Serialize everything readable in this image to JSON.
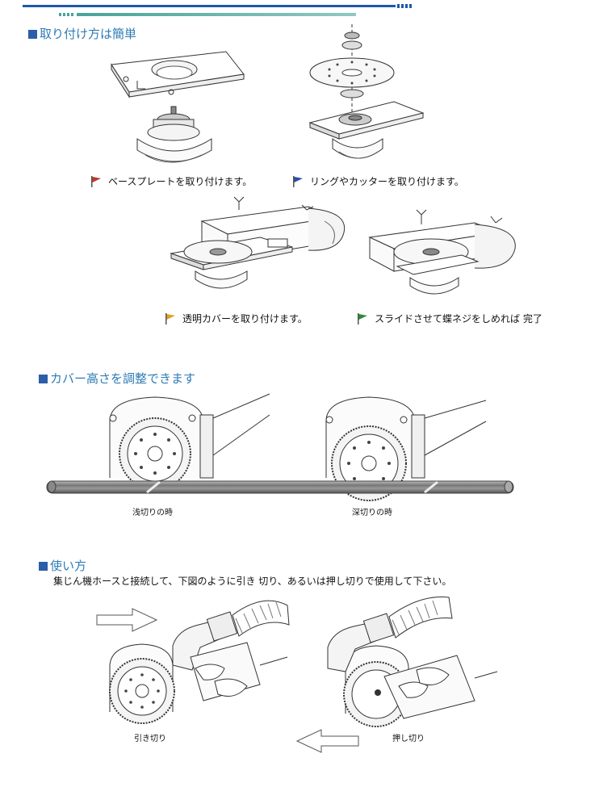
{
  "sections": {
    "install": {
      "heading": "取り付け方は簡単",
      "steps": [
        {
          "caption": "ベースプレートを取り付けます。",
          "flag_color": "#c0392b",
          "flag_icon": "flag-1-icon"
        },
        {
          "caption": "リングやカッターを取り付けます。",
          "flag_color": "#2a4fa8",
          "flag_icon": "flag-2-icon"
        },
        {
          "caption": "透明カバーを取り付けます。",
          "flag_color": "#e0a020",
          "flag_icon": "flag-3-icon"
        },
        {
          "caption": "スライドさせて蝶ネジをしめれば 完了",
          "flag_color": "#2e8b3a",
          "flag_icon": "flag-4-icon"
        }
      ]
    },
    "height": {
      "heading": "カバー高さを調整できます",
      "labels": [
        "浅切りの時",
        "深切りの時"
      ]
    },
    "usage": {
      "heading": "使い方",
      "description": "集じん機ホースと接続して、下図のように引き 切り、あるいは押し切りで使用して下さい。",
      "labels": [
        "引き切り",
        "押し切り"
      ]
    }
  },
  "colors": {
    "heading_text": "#2e7bb5",
    "heading_square": "#2a5ea8",
    "rule": "#1f5aa8",
    "rule_accent": "#4aa39a"
  }
}
